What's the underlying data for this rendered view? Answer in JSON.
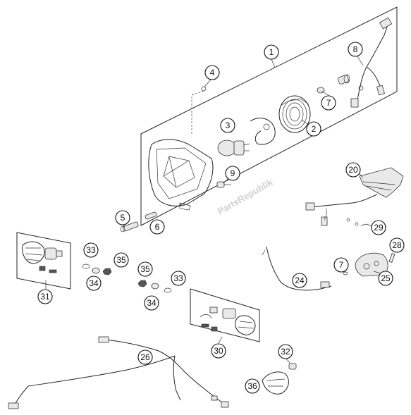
{
  "watermark": "PartsRepublik",
  "callouts": [
    {
      "id": "1",
      "label": "1"
    },
    {
      "id": "2",
      "label": "2"
    },
    {
      "id": "3",
      "label": "3"
    },
    {
      "id": "4",
      "label": "4"
    },
    {
      "id": "5",
      "label": "5"
    },
    {
      "id": "6",
      "label": "6"
    },
    {
      "id": "7a",
      "label": "7"
    },
    {
      "id": "7b",
      "label": "7"
    },
    {
      "id": "8",
      "label": "8"
    },
    {
      "id": "9",
      "label": "9"
    },
    {
      "id": "20",
      "label": "20"
    },
    {
      "id": "24",
      "label": "24"
    },
    {
      "id": "25",
      "label": "25"
    },
    {
      "id": "26",
      "label": "26"
    },
    {
      "id": "28",
      "label": "28"
    },
    {
      "id": "29",
      "label": "29"
    },
    {
      "id": "30",
      "label": "30"
    },
    {
      "id": "31",
      "label": "31"
    },
    {
      "id": "32",
      "label": "32"
    },
    {
      "id": "33a",
      "label": "33"
    },
    {
      "id": "33b",
      "label": "33"
    },
    {
      "id": "34a",
      "label": "34"
    },
    {
      "id": "34b",
      "label": "34"
    },
    {
      "id": "35a",
      "label": "35"
    },
    {
      "id": "35b",
      "label": "35"
    },
    {
      "id": "36",
      "label": "36"
    }
  ]
}
